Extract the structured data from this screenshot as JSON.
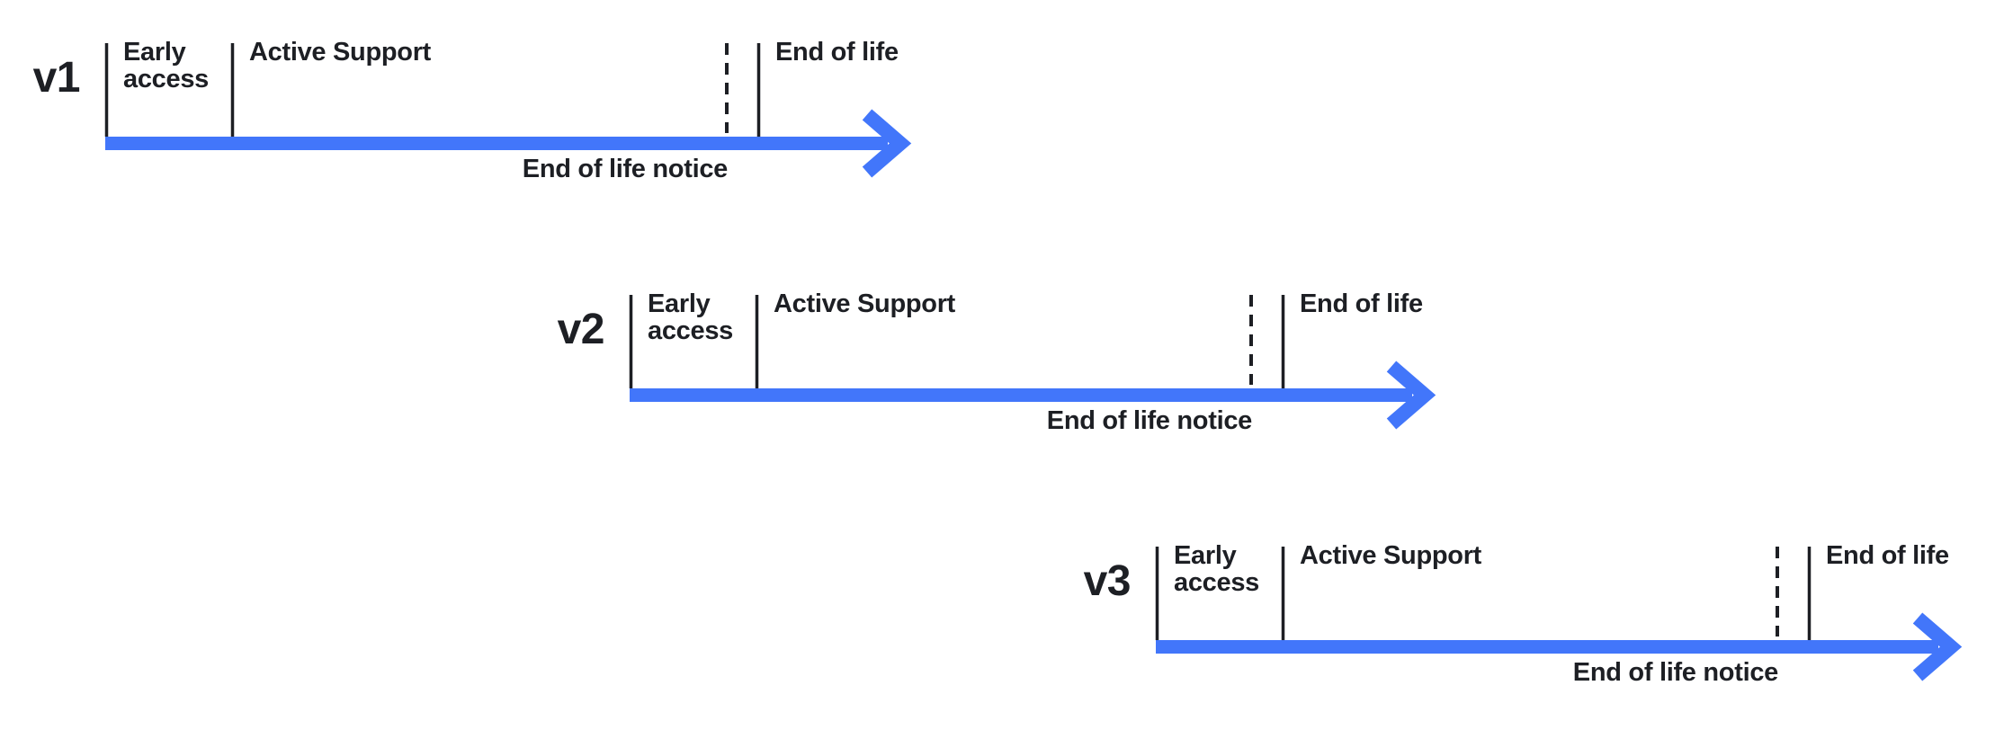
{
  "colors": {
    "arrow": "#4276fa",
    "text": "#1d1f24",
    "tick": "#1d1f24"
  },
  "rows": [
    {
      "version": "v1",
      "early_access": "Early access",
      "active_support": "Active Support",
      "end_of_life": "End of life",
      "end_of_life_notice": "End of life notice"
    },
    {
      "version": "v2",
      "early_access": "Early access",
      "active_support": "Active Support",
      "end_of_life": "End of life",
      "end_of_life_notice": "End of life notice"
    },
    {
      "version": "v3",
      "early_access": "Early access",
      "active_support": "Active Support",
      "end_of_life": "End of life",
      "end_of_life_notice": "End of life notice"
    }
  ]
}
